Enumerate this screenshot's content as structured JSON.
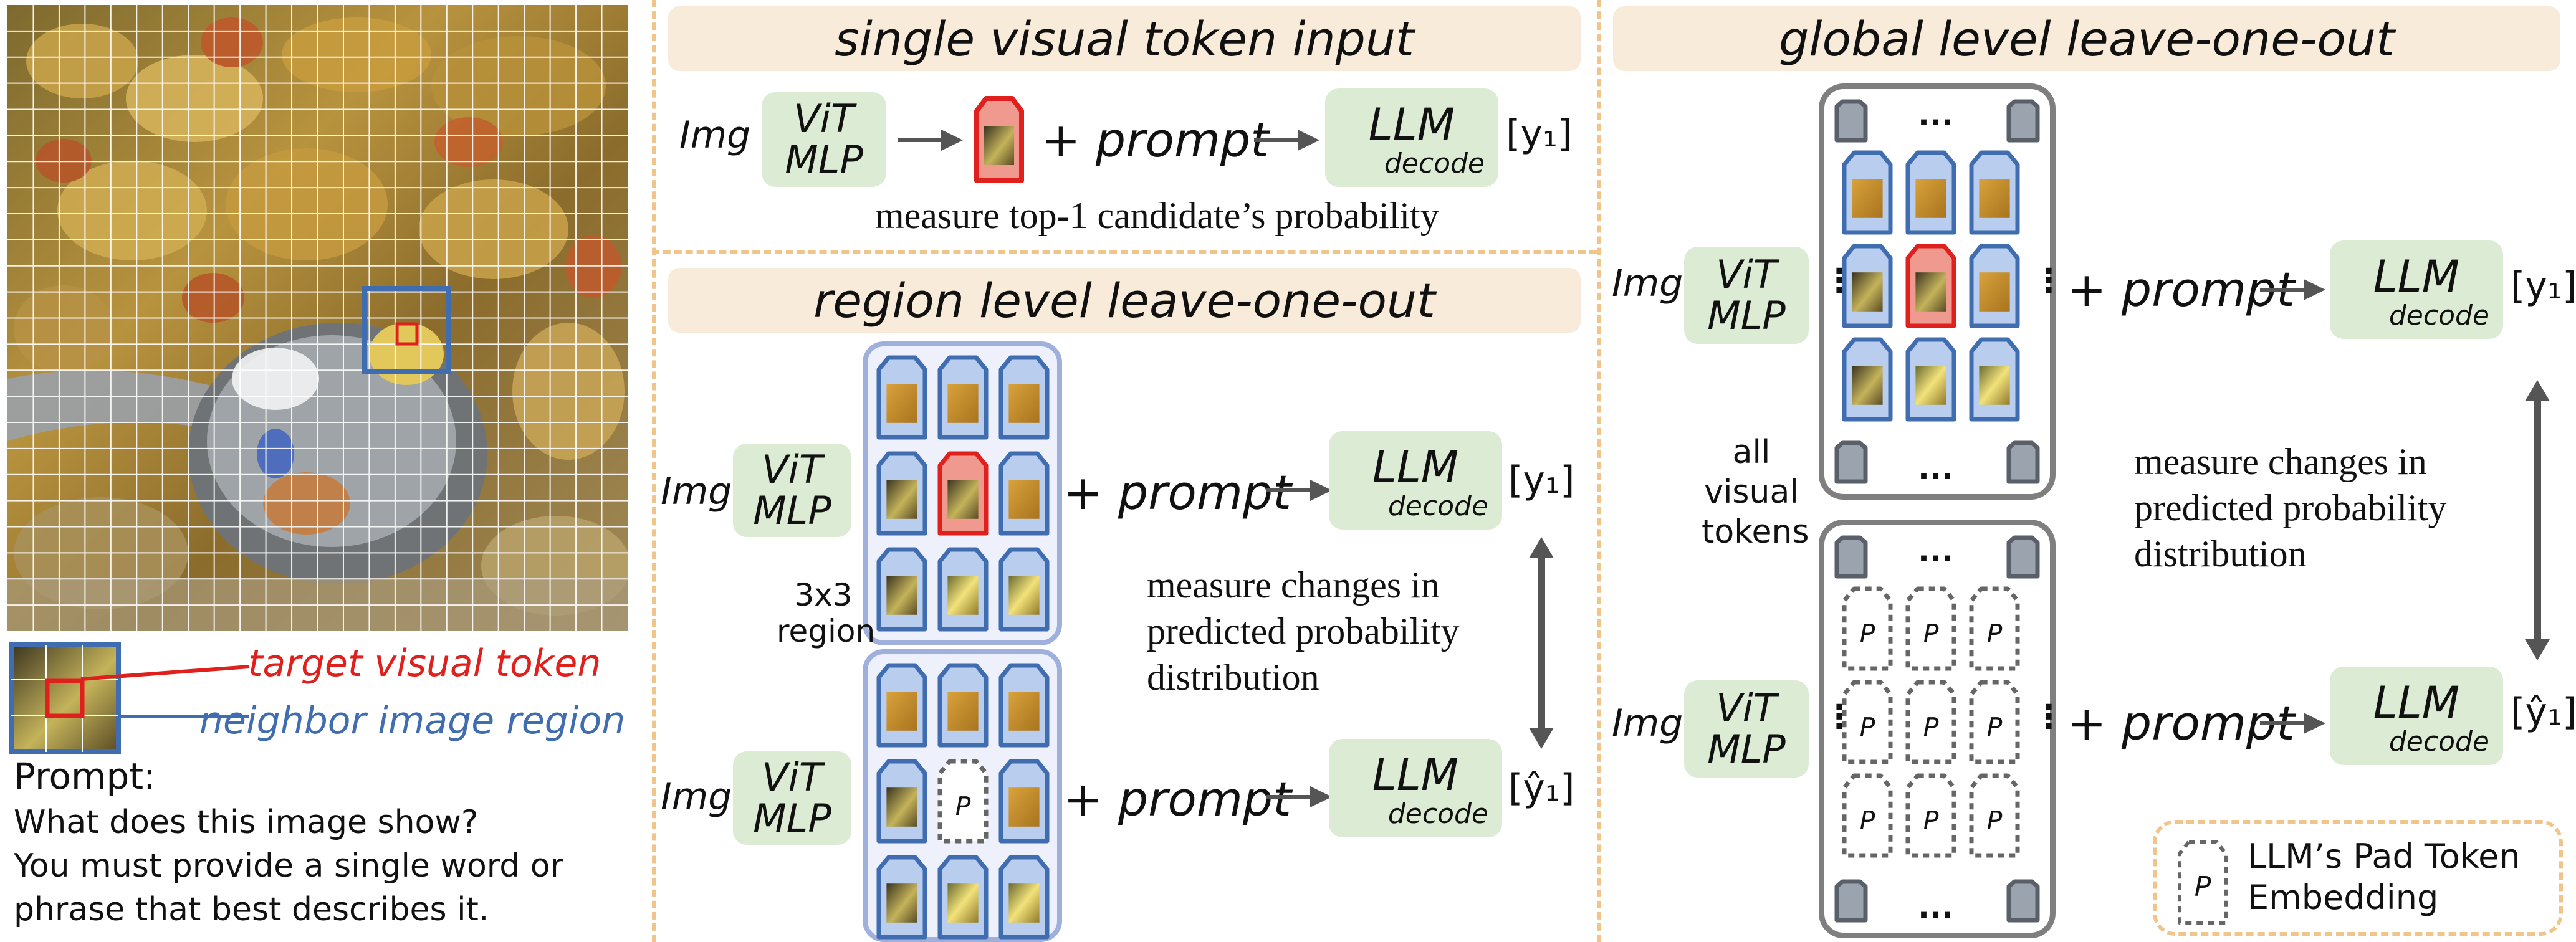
{
  "sections": {
    "single": "single visual token input",
    "region": "region level leave-one-out",
    "global": "global level leave-one-out"
  },
  "common": {
    "img": "Img",
    "vit": "ViT",
    "mlp": "MLP",
    "plus": "+",
    "prompt": "prompt",
    "llm": "LLM",
    "decode": "decode",
    "y1": "[y₁]",
    "y1hat": "[ŷ₁]",
    "pad": "P"
  },
  "notes": {
    "top1": "measure top-1 candidate’s probability",
    "changes_l1": "measure changes in",
    "changes_l2": "predicted probability",
    "changes_l3": "distribution",
    "region_l1": "3x3",
    "region_l2": "region",
    "all_l1": "all",
    "all_l2": "visual",
    "all_l3": "tokens",
    "ellipsis": "..."
  },
  "legend": {
    "target": "target visual token",
    "neighbor": "neighbor image region",
    "pad_l1": "LLM’s Pad Token",
    "pad_l2": "Embedding"
  },
  "prompt_box": {
    "label": "Prompt:",
    "line1": "What does this image show?",
    "line2": "You must provide a single word or",
    "line3": "phrase that best describes it."
  },
  "colors": {
    "target": "#e0201c",
    "neighbor": "#3f6db0",
    "vit_fill": "#dcebd4",
    "header_fill": "#f8ebd9",
    "divider": "#f1c48a"
  }
}
